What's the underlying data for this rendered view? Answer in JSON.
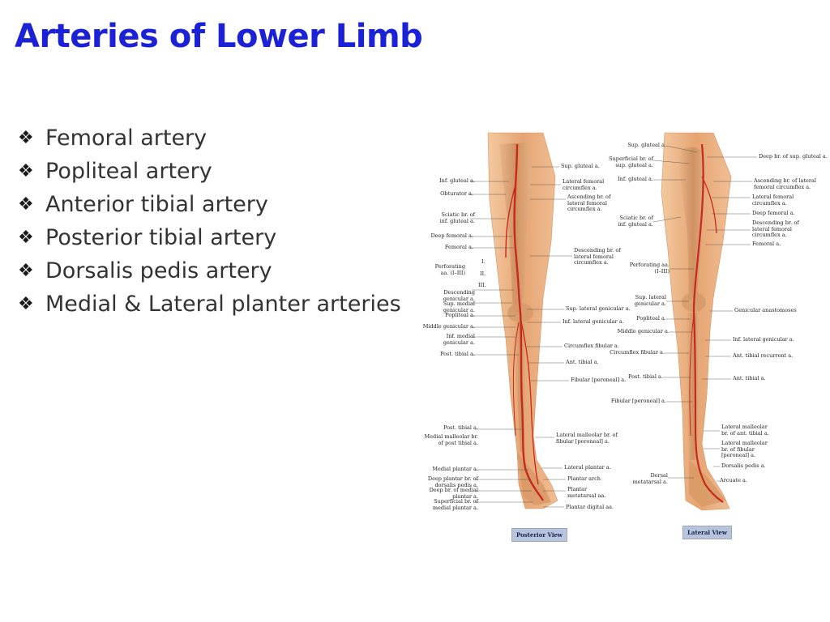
{
  "slide": {
    "title": "Arteries of Lower Limb",
    "bullet_icon": "four-diamond-bullet-icon",
    "bullets": [
      "Femoral artery",
      "Popliteal artery",
      "Anterior tibial artery",
      "Posterior tibial artery",
      "Dorsalis pedis artery",
      "Medial & Lateral planter arteries"
    ]
  },
  "colors": {
    "title": "#1a21d6",
    "artery": "#c8281e",
    "flesh": "#e8a878",
    "label_box": "#b8c4dc"
  },
  "figure": {
    "posterior": {
      "view_label": "Posterior View",
      "left_labels": [
        "Inf. gluteal a.",
        "Obturator a.",
        "Sciatic br. of\ninf. gluteal a.",
        "Deep femoral a.",
        "Femoral a.",
        "Perforating\naa. (I–III)",
        "I.",
        "II.",
        "III.",
        "Descending genicular a.",
        "Sup. medial genicular a.",
        "Popliteal a.",
        "Middle genicular a.",
        "Inf. medial genicular a.",
        "Post. tibial a.",
        "Post. tibial a.",
        "Medial malleolar br.\nof post tibial a.",
        "Medial plantar a.",
        "Deep plantar br. of dorsalis pedis a.",
        "Deep br. of medial plantar a.",
        "Superficial br. of medial plantar a."
      ],
      "right_labels": [
        "Sup. gluteal a.",
        "Lateral femoral\ncircumflex a.",
        "Ascending br. of\nlateral femoral\ncircumflex a.",
        "Descending br. of\nlateral femoral\ncircumflex a.",
        "Sup. lateral genicular a.",
        "Inf. lateral genicular a.",
        "Circumflex fibular a.",
        "Ant. tibial a.",
        "Fibular [peroneal] a.",
        "Lateral malleolar br. of\nfibular [peroneal] a.",
        "Lateral plantar a.",
        "Plantar arch",
        "Plantar\nmetatarsal aa.",
        "Plantar digital aa."
      ]
    },
    "lateral": {
      "view_label": "Lateral View",
      "left_labels": [
        "Sup. gluteal a.",
        "Superficial br. of\nsup. gluteal a.",
        "Inf. gluteal a.",
        "Sciatic br. of\ninf. gluteal a.",
        "Perforating aa.\n(I–III)",
        "Sup. lateral\ngenicular a.",
        "Popliteal a.",
        "Middle genicular a.",
        "Circumflex fibular a.",
        "Post. tibial a.",
        "Fibular [peroneal] a.",
        "Dorsal\nmetatarsal a."
      ],
      "right_labels": [
        "Deep br. of sup. gluteal a.",
        "Ascending br. of lateral\nfemoral circumflex a.",
        "Lateral femoral\ncircumflex a.",
        "Deep femoral a.",
        "Descending br. of\nlateral femoral\ncircumflex a.",
        "Femoral a.",
        "Genicular anastomoses",
        "Inf. lateral genicular a.",
        "Ant. tibial recurrent a.",
        "Ant. tibial a.",
        "Lateral malleolar\nbr. of ant. tibial a.",
        "Lateral malleolar\nbr. of fibular\n[peroneal] a.",
        "Dorsalis pedis a.",
        "Arcuate a."
      ]
    }
  }
}
